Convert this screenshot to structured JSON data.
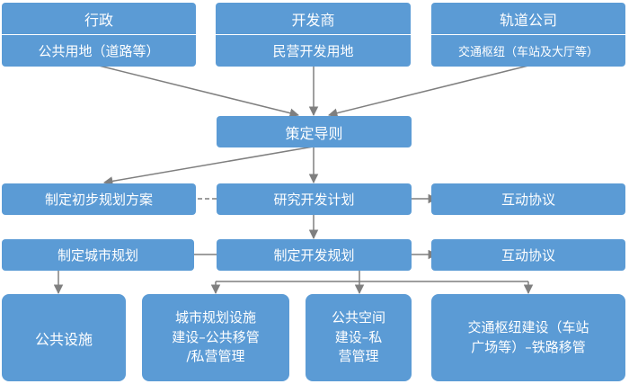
{
  "top": {
    "admin": {
      "title": "行政",
      "sub": "公共用地（道路等）"
    },
    "developer": {
      "title": "开发商",
      "sub": "民营开发用地"
    },
    "rail": {
      "title": "轨道公司",
      "sub": "交通枢纽（车站及大厅等）"
    }
  },
  "guideline": "策定导则",
  "row2": {
    "left": "制定初步规划方案",
    "center": "研究开发计划",
    "right": "互动协议"
  },
  "row3": {
    "left": "制定城市规划",
    "center": "制定开发规划",
    "right": "互动协议"
  },
  "bottom": {
    "public": "公共设施",
    "city": "城市规划设施\n建设–公共移管\n/私营管理",
    "space": "公共空间\n建设–私\n营管理",
    "hub": "交通枢纽建设（车站\n广场等）–铁路移管"
  },
  "colors": {
    "box": "#5b9bd5",
    "arrow": "#7f7f7f",
    "text": "#ffffff"
  }
}
